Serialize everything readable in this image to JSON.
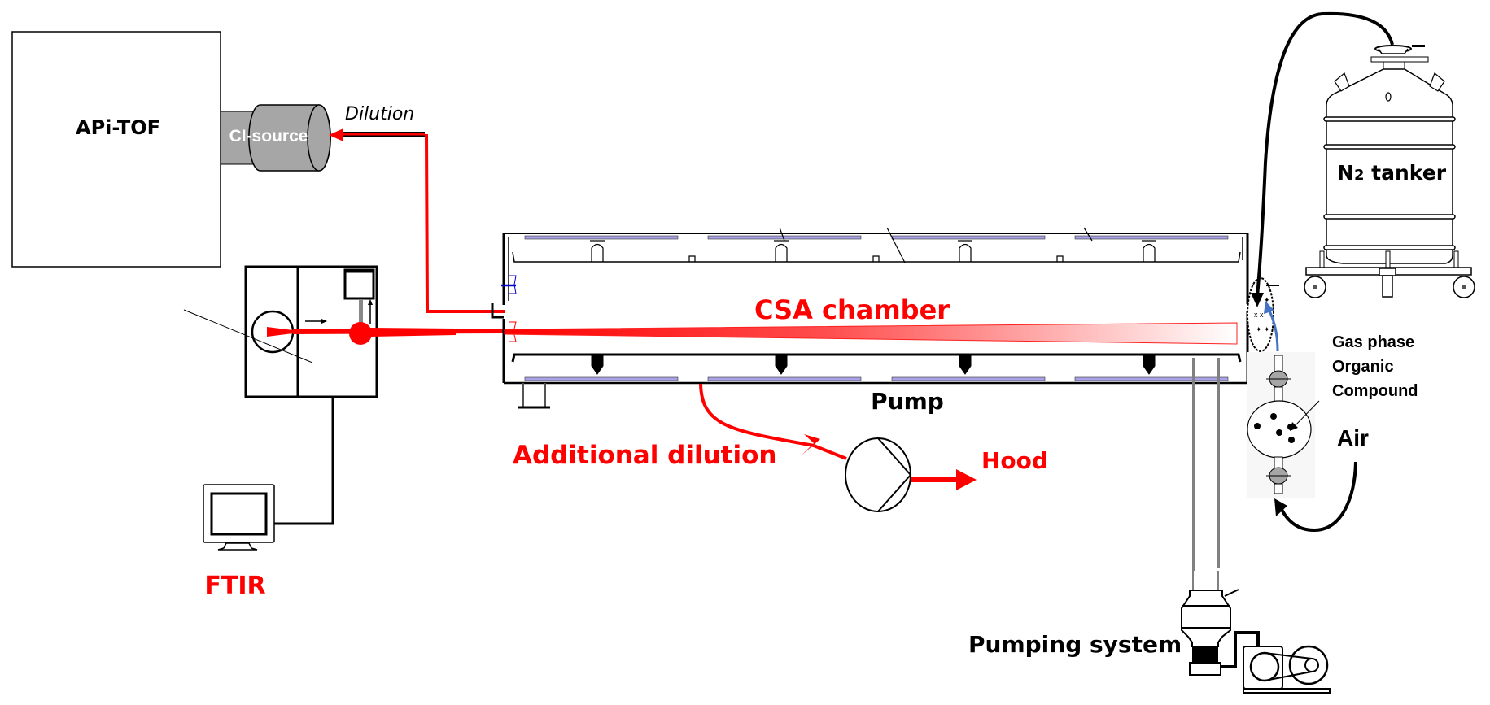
{
  "labels": {
    "apitof": "APi-TOF",
    "ci_source": "CI-source",
    "dilution": "Dilution",
    "csa_chamber": "CSA chamber",
    "pump": "Pump",
    "additional_dilution": "Additional dilution",
    "hood": "Hood",
    "ftir": "FTIR",
    "n2_tanker_n": "N",
    "n2_tanker_sub": "2",
    "n2_tanker_rest": " tanker",
    "gas_line1": "Gas phase",
    "gas_line2": "Organic",
    "gas_line3": "Compound",
    "air": "Air",
    "pumping_system": "Pumping system"
  },
  "colors": {
    "flow_red": "#ff0000",
    "lamp": "#a9a3e6",
    "device_gray": "#a6a6a6",
    "air_blue": "#4472c4"
  }
}
